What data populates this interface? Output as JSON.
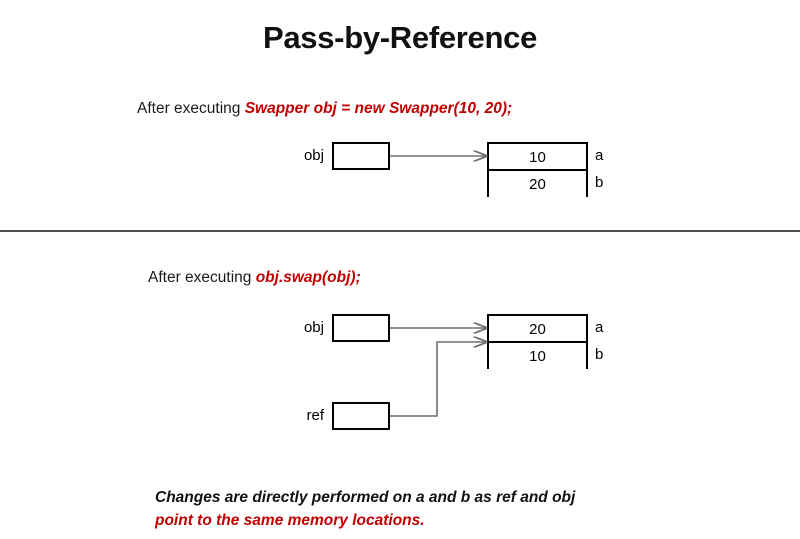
{
  "slide": {
    "title": "Pass-by-Reference",
    "background_color": "#ffffff",
    "accent_color": "#c00000",
    "line_color": "#808080",
    "box_border_color": "#000000",
    "divider_color": "#4d4d4d"
  },
  "section_1": {
    "caption_prefix": "After executing ",
    "caption_code": "Swapper obj = new Swapper(10, 20);",
    "pointer": {
      "label": "obj",
      "value": ""
    },
    "object": {
      "fields": [
        {
          "value": "10",
          "name": "a"
        },
        {
          "value": "20",
          "name": "b"
        }
      ]
    }
  },
  "section_2": {
    "caption_prefix": "After executing ",
    "caption_code": "obj.swap(obj);",
    "pointers": [
      {
        "label": "obj",
        "value": ""
      },
      {
        "label": "ref",
        "value": ""
      }
    ],
    "object": {
      "fields": [
        {
          "value": "20",
          "name": "a"
        },
        {
          "value": "10",
          "name": "b"
        }
      ]
    }
  },
  "note": {
    "line1": "Changes are directly performed on a and b as ref and obj",
    "line2": "point to the same memory locations."
  }
}
